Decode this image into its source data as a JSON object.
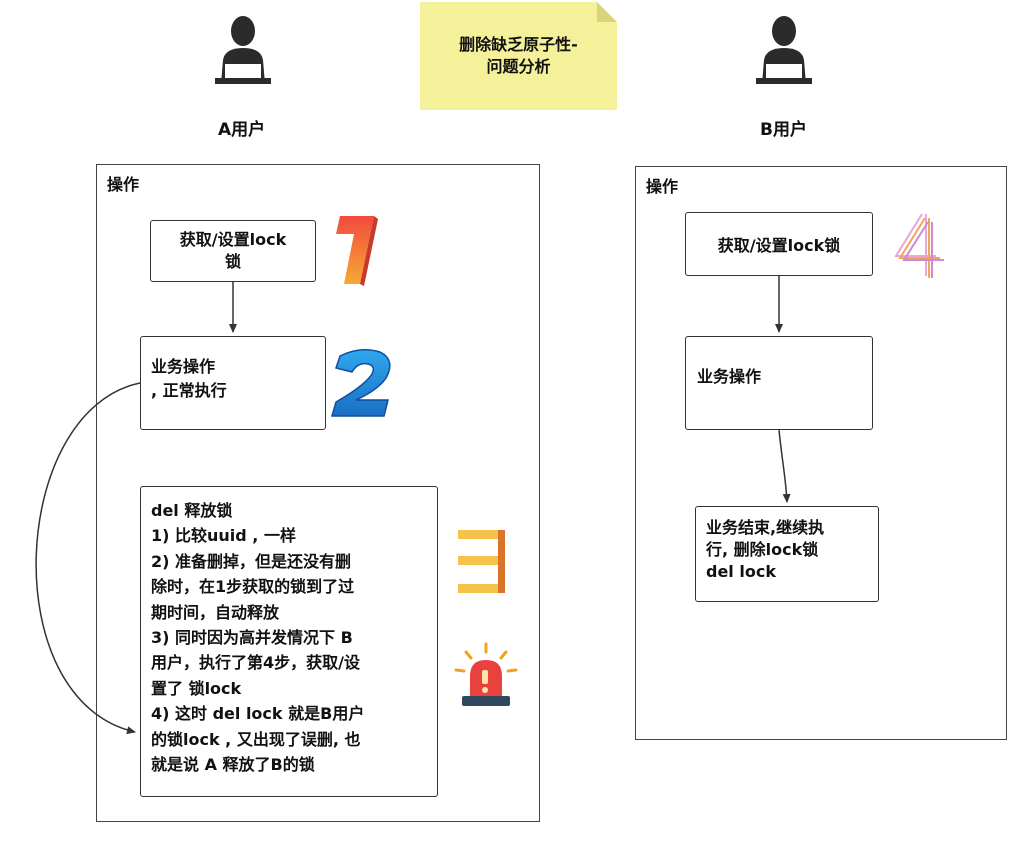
{
  "note": {
    "line1": "删除缺乏原子性-",
    "line2": "问题分析"
  },
  "user_a": {
    "label": "A用户"
  },
  "user_b": {
    "label": "B用户"
  },
  "panel_a": {
    "title": "操作",
    "step1": {
      "line1": "获取/设置lock",
      "line2": "锁"
    },
    "step2": {
      "line1": "业务操作",
      "line2": ", 正常执行"
    },
    "step3": {
      "lines": [
        "del 释放锁",
        "1) 比较uuid , 一样",
        "2) 准备删掉，但是还没有删",
        "除时，在1步获取的锁到了过",
        "期时间，自动释放",
        "3) 同时因为高并发情况下 B",
        "用户，执行了第4步，获取/设",
        "置了 锁lock",
        "4) 这时 del lock 就是B用户",
        "的锁lock , 又出现了误删, 也",
        "就是说 A 释放了B的锁"
      ]
    }
  },
  "panel_b": {
    "title": "操作",
    "step1": {
      "label": "获取/设置lock锁"
    },
    "step2": {
      "label": "业务操作"
    },
    "step3": {
      "line1": "业务结束,继续执",
      "line2": "行, 删除lock锁",
      "line3": "del lock"
    }
  },
  "icons": [
    "user-icon",
    "number-1-icon",
    "number-2-icon",
    "number-3-icon",
    "number-4-icon",
    "alarm-icon"
  ],
  "colors": {
    "note_bg": "#f5f19a",
    "n1": "#f05a28",
    "n2": "#1a8fe0",
    "n3": "#f4c242",
    "n4": "#d98fd8",
    "alarm": "#e8423f"
  }
}
